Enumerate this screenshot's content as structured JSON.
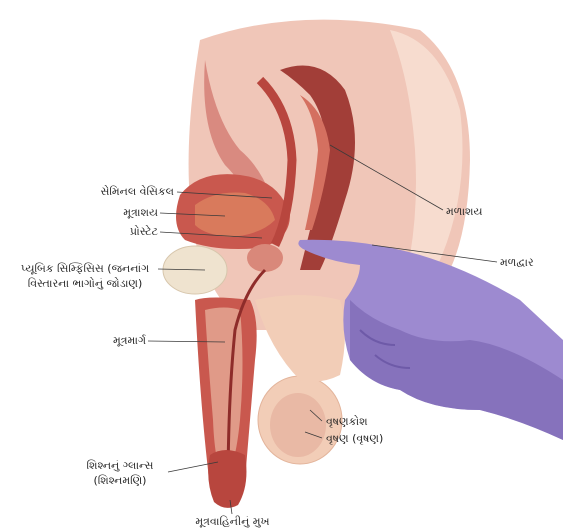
{
  "labels": {
    "seminal_vesicle": "સેમિનલ વેસિકલ",
    "bladder": "મૂત્રાશય",
    "prostate": "પ્રોસ્ટેટ",
    "pubic_symphysis_line1": "પ્યૂબિક સિમ્ફિસિસ (જનનાંગ",
    "pubic_symphysis_line2": "વિસ્તારના ભાગોનું જોડાણ)",
    "urethra": "મૂત્રમાર્ગ",
    "glans_line1": "શિશ્નનું ગ્લાન્સ",
    "glans_line2": "(શિશ્નમણિ)",
    "urethral_opening": "મૂત્રવાહિનીનું મુખ",
    "rectum": "મળાશય",
    "anus": "મળદ્વાર",
    "scrotum": "વૃષણકોશ",
    "testis": "વૃષણ (વૃષણ)"
  },
  "colors": {
    "tissue": "#e8b8a8",
    "muscle": "#c0504a",
    "deep_red": "#8e2c2a",
    "glove": "#9d8ad0",
    "glove_shadow": "#7c68b4",
    "bone": "#efe3cf",
    "skin": "#f2cdb7"
  }
}
